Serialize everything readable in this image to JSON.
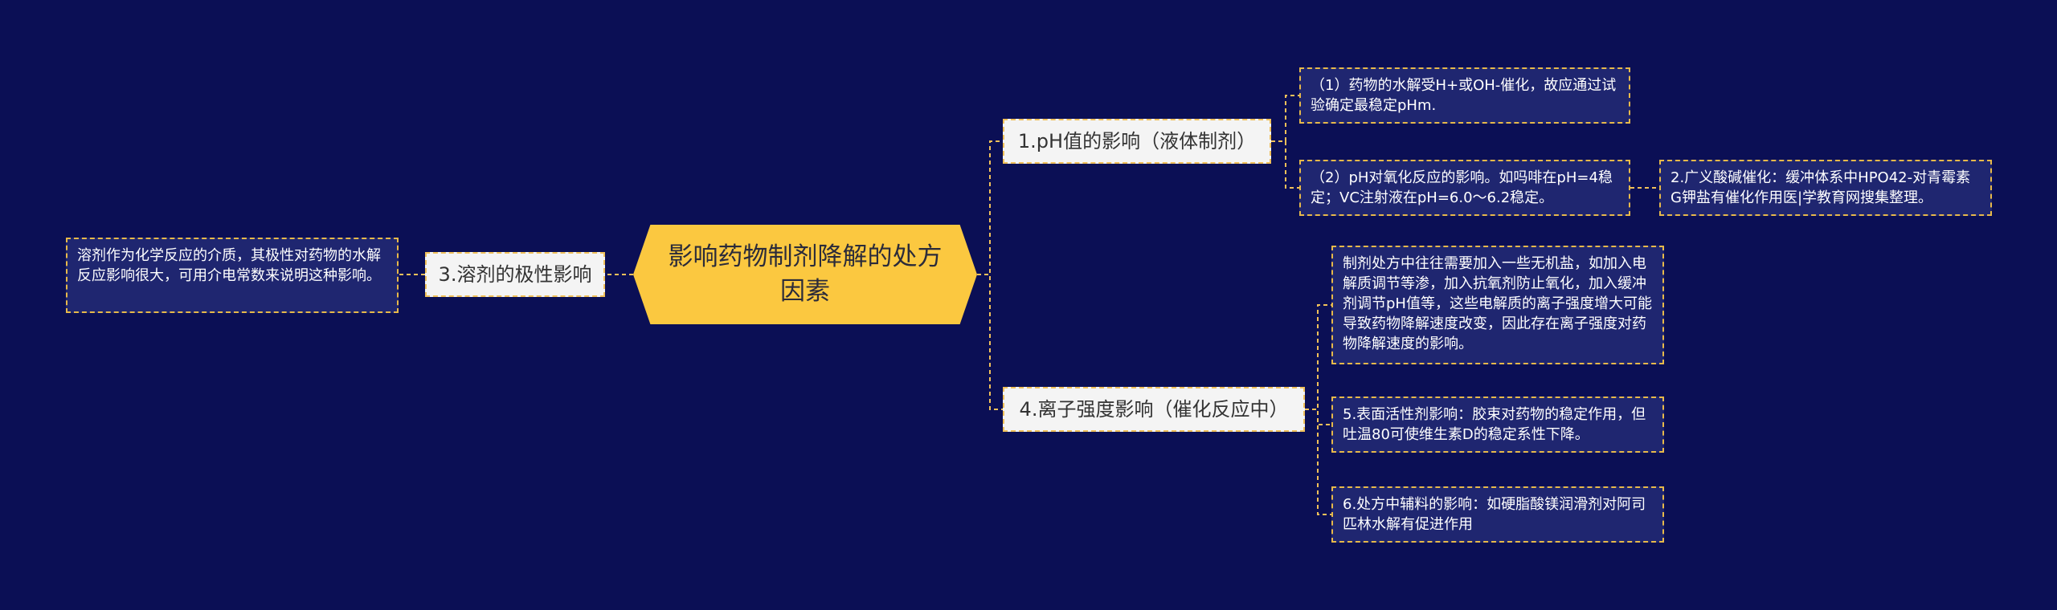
{
  "root": {
    "title": "影响药物制剂降解的处方因素"
  },
  "branches": {
    "ph": "1.pH值的影响（液体制剂）",
    "solvent": "3.溶剂的极性影响",
    "ionic": "4.离子强度影响（催化反应中）"
  },
  "leaves": {
    "ph_1": "（1）药物的水解受H+或OH-催化，故应通过试验确定最稳定pHm.",
    "ph_2": "（2）pH对氧化反应的影响。如吗啡在pH=4稳定；VC注射液在pH=6.0～6.2稳定。",
    "acid_base": "2.广义酸碱催化：缓冲体系中HPO42-对青霉素G钾盐有催化作用医|学教育网搜集整理。",
    "solvent_1": "溶剂作为化学反应的介质，其极性对药物的水解反应影响很大，可用介电常数来说明这种影响。",
    "ionic_1": "制剂处方中往往需要加入一些无机盐，如加入电解质调节等渗，加入抗氧剂防止氧化，加入缓冲剂调节pH值等，这些电解质的离子强度增大可能导致药物降解速度改变，因此存在离子强度对药物降解速度的影响。",
    "surfactant": "5.表面活性剂影响：胶束对药物的稳定作用，但吐温80可使维生素D的稳定系性下降。",
    "excipient": "6.处方中辅料的影响：如硬脂酸镁润滑剂对阿司匹林水解有促进作用"
  },
  "colors": {
    "background": "#0b0f55",
    "root_fill": "#fbc840",
    "branch_fill": "#f4f4f4",
    "leaf_fill": "#1f2670",
    "connector": "#f0c05a"
  }
}
